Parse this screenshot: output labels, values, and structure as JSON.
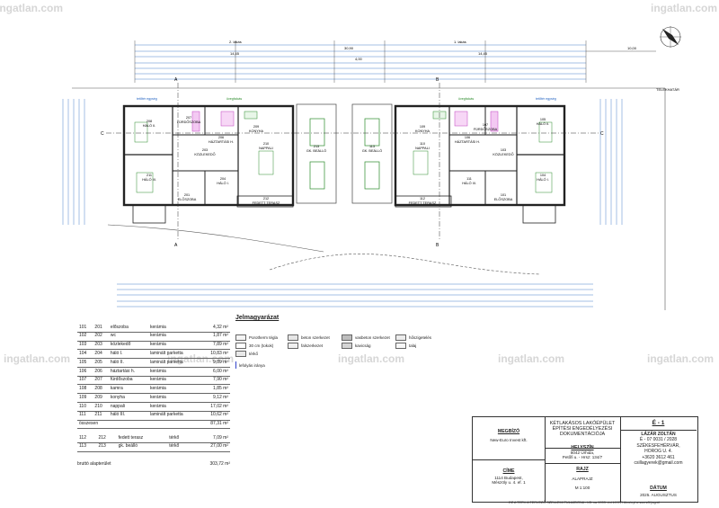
{
  "watermark": "ingatlan.com",
  "plan": {
    "north_symbol": "north-arrow",
    "section_top_left": "2. lakás",
    "section_top_right": "1. lakás",
    "total_dim": "30,90",
    "half_dim_left": "14,45",
    "half_dim_right": "14,45",
    "gap_dim": "4,00",
    "side_dim": "10,00",
    "section_markers": [
      "A",
      "A",
      "B",
      "B",
      "C",
      "C"
    ],
    "boundary_label": "TELEKHATÁR",
    "rooms_left": [
      {
        "no": "208",
        "name": "HÁLÓ II."
      },
      {
        "no": "207",
        "name": "FÜRDŐSZOBA"
      },
      {
        "no": "203",
        "name": "KÖZLEKEDŐ"
      },
      {
        "no": "206",
        "name": "HÁZTARTÁSI H."
      },
      {
        "no": "209",
        "name": "KONYHA"
      },
      {
        "no": "210",
        "name": "NAPPALI"
      },
      {
        "no": "211",
        "name": "HÁLÓ III."
      },
      {
        "no": "204",
        "name": "HÁLÓ I."
      },
      {
        "no": "201",
        "name": "ELŐSZOBA"
      },
      {
        "no": "212",
        "name": "FEDETT TERASZ"
      },
      {
        "no": "213",
        "name": "GK. BEÁLLÓ"
      }
    ],
    "rooms_right": [
      {
        "no": "105",
        "name": "HÁLÓ II."
      },
      {
        "no": "107",
        "name": "FÜRDŐSZOBA"
      },
      {
        "no": "103",
        "name": "KÖZLEKEDŐ"
      },
      {
        "no": "106",
        "name": "HÁZTARTÁSI H."
      },
      {
        "no": "109",
        "name": "KONYHA"
      },
      {
        "no": "110",
        "name": "NAPPALI"
      },
      {
        "no": "104",
        "name": "HÁLÓ I."
      },
      {
        "no": "111",
        "name": "HÁLÓ III."
      },
      {
        "no": "101",
        "name": "ELŐSZOBA"
      },
      {
        "no": "112",
        "name": "FEDETT TERASZ"
      },
      {
        "no": "113",
        "name": "GK. BEÁLLÓ"
      }
    ],
    "note_green": "üvegfalcás",
    "note_blue": "tetőtér egység"
  },
  "rooms": [
    {
      "a": "101",
      "b": "201",
      "name": "előszoba",
      "floor": "kerámia",
      "area": "4,32 m²"
    },
    {
      "a": "102",
      "b": "202",
      "name": "wc",
      "floor": "kerámia",
      "area": "1,87 m²"
    },
    {
      "a": "103",
      "b": "203",
      "name": "közlekedő",
      "floor": "kerámia",
      "area": "7,89 m²"
    },
    {
      "a": "104",
      "b": "204",
      "name": "háló I.",
      "floor": "laminált parketta",
      "area": "10,83 m²"
    },
    {
      "a": "105",
      "b": "205",
      "name": "háló II.",
      "floor": "laminált parketta",
      "area": "9,89 m²"
    },
    {
      "a": "106",
      "b": "206",
      "name": "háztartási h.",
      "floor": "kerámia",
      "area": "6,00 m²"
    },
    {
      "a": "107",
      "b": "207",
      "name": "fürdőszoba",
      "floor": "kerámia",
      "area": "7,90 m²"
    },
    {
      "a": "108",
      "b": "208",
      "name": "kamra",
      "floor": "kerámia",
      "area": "1,85 m²"
    },
    {
      "a": "109",
      "b": "209",
      "name": "konyha",
      "floor": "kerámia",
      "area": "9,12 m²"
    },
    {
      "a": "110",
      "b": "210",
      "name": "nappali",
      "floor": "kerámia",
      "area": "17,02 m²"
    },
    {
      "a": "111",
      "b": "211",
      "name": "háló III.",
      "floor": "laminált parketta",
      "area": "10,62 m²"
    }
  ],
  "rooms_total": {
    "label": "összesen",
    "area": "87,31 m²"
  },
  "exterior": [
    {
      "a": "112",
      "b": "212",
      "name": "fedett terasz",
      "floor": "térkő",
      "area": "7,09 m²"
    },
    {
      "a": "113",
      "b": "213",
      "name": "gk. beálló",
      "floor": "térkő",
      "area": "27,00 m²"
    }
  ],
  "net_area": {
    "label": "bruttó alapterület",
    "value": "303,72 m²"
  },
  "legend": {
    "title": "Jelmagyarázat",
    "items": [
      {
        "label": "Porotherm tégla",
        "color": "#f4f4f4"
      },
      {
        "label": "beton szerkezet",
        "color": "#e6e6e6"
      },
      {
        "label": "vasbeton szerkezet",
        "color": "#bdbdbd"
      },
      {
        "label": "hőszigetelés",
        "color": "#ececec"
      },
      {
        "label": "30 cm (tokok)",
        "color": "#ffffff"
      },
      {
        "label": "falszerkezet",
        "color": "#f0f0f0"
      },
      {
        "label": "kavicság",
        "color": "#d4d4d4"
      },
      {
        "label": "talaj",
        "color": "#f7f7f7"
      },
      {
        "label": "térkő",
        "color": "#e9e9e9"
      },
      {
        "label": "lefolyás iránya",
        "color": "#3344cc"
      }
    ]
  },
  "title_block": {
    "client_label": "MEGBÍZÓ",
    "client": "New-Euro Invest kft.",
    "address_label": "CÍME",
    "address_line1": "1114 Budapest,",
    "address_line2": "Mészöly u. 4. ef. 1",
    "project_line1": "KÉTLAKÁSOS LAKÓÉPÜLET",
    "project_line2": "ÉPÍTÉSI ENGEDÉLYEZÉSI",
    "project_line3": "DOKUMENTÁCIÓJA",
    "site_label": "HELYSZÍN",
    "site_line1": "8042 Úrhida,",
    "site_line2": "Petőfi u. - Hrsz: 134/7",
    "drawing_label": "RAJZ",
    "drawing": "ALAPRAJZ",
    "scale": "M 1:100",
    "sheet": "É - 1",
    "designer_line1": "LÁZÁR ZOLTÁN",
    "designer_line2": "É - 07 0031 / 2028",
    "designer_line3": "SZÉKESFEHÉRVÁR,",
    "designer_line4": "HOROG U. 4.",
    "designer_line5": "+3620 3612 461",
    "designer_line6": "csillagyerek@gmail.com",
    "date_label": "DÁTUM",
    "date": "2025. AUGUSZTUS"
  },
  "legal_note": "EZ A TERV A TERVEZŐ SZELLEMI TULAJDONA - LD. az 1999. évi LXXVI törvényt a szerzői jogról"
}
